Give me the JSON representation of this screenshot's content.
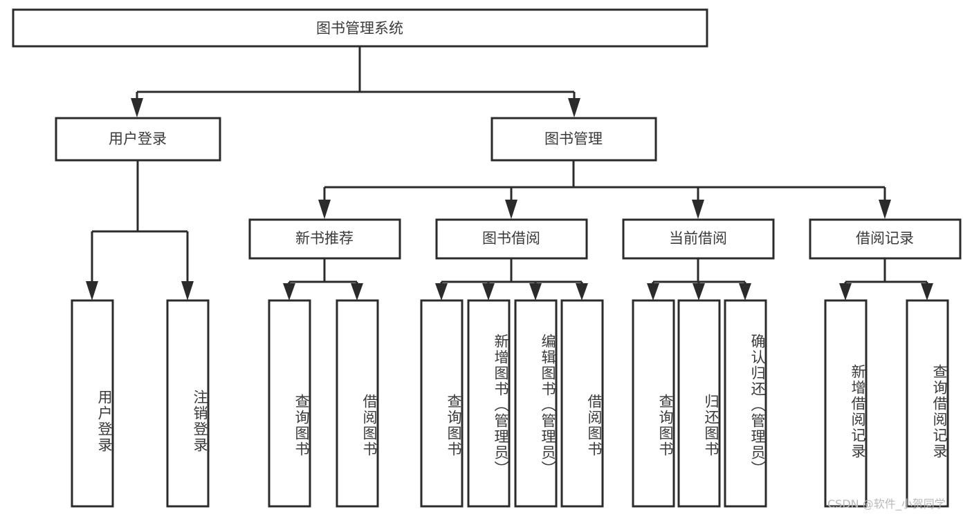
{
  "diagram": {
    "title": "图书管理系统",
    "type": "hierarchy-tree",
    "watermark": "CSDN @软件_小贺同学",
    "colors": {
      "box_stroke": "#2b2b2b",
      "box_fill": "#ffffff",
      "text": "#3a3a3a",
      "connector": "#2b2b2b",
      "background": "#ffffff",
      "watermark": "#b9b9b9"
    },
    "root": {
      "label": "图书管理系统"
    },
    "level1": [
      {
        "label": "用户登录"
      },
      {
        "label": "图书管理"
      }
    ],
    "level2": [
      {
        "label": "新书推荐"
      },
      {
        "label": "图书借阅"
      },
      {
        "label": "当前借阅"
      },
      {
        "label": "借阅记录"
      }
    ],
    "leaves": {
      "user_login": [
        {
          "label": "用户登录"
        },
        {
          "label": "注销登录"
        }
      ],
      "new_book_recommend": [
        {
          "label": "查询图书"
        },
        {
          "label": "借阅图书"
        }
      ],
      "book_borrow": [
        {
          "label": "查询图书"
        },
        {
          "label": "新增图书（管理员）"
        },
        {
          "label": "编辑图书（管理员）"
        },
        {
          "label": "借阅图书"
        }
      ],
      "current_borrow": [
        {
          "label": "查询图书"
        },
        {
          "label": "归还图书"
        },
        {
          "label": "确认归还（管理员）"
        }
      ],
      "borrow_record": [
        {
          "label": "新增借阅记录"
        },
        {
          "label": "查询借阅记录"
        }
      ]
    }
  }
}
